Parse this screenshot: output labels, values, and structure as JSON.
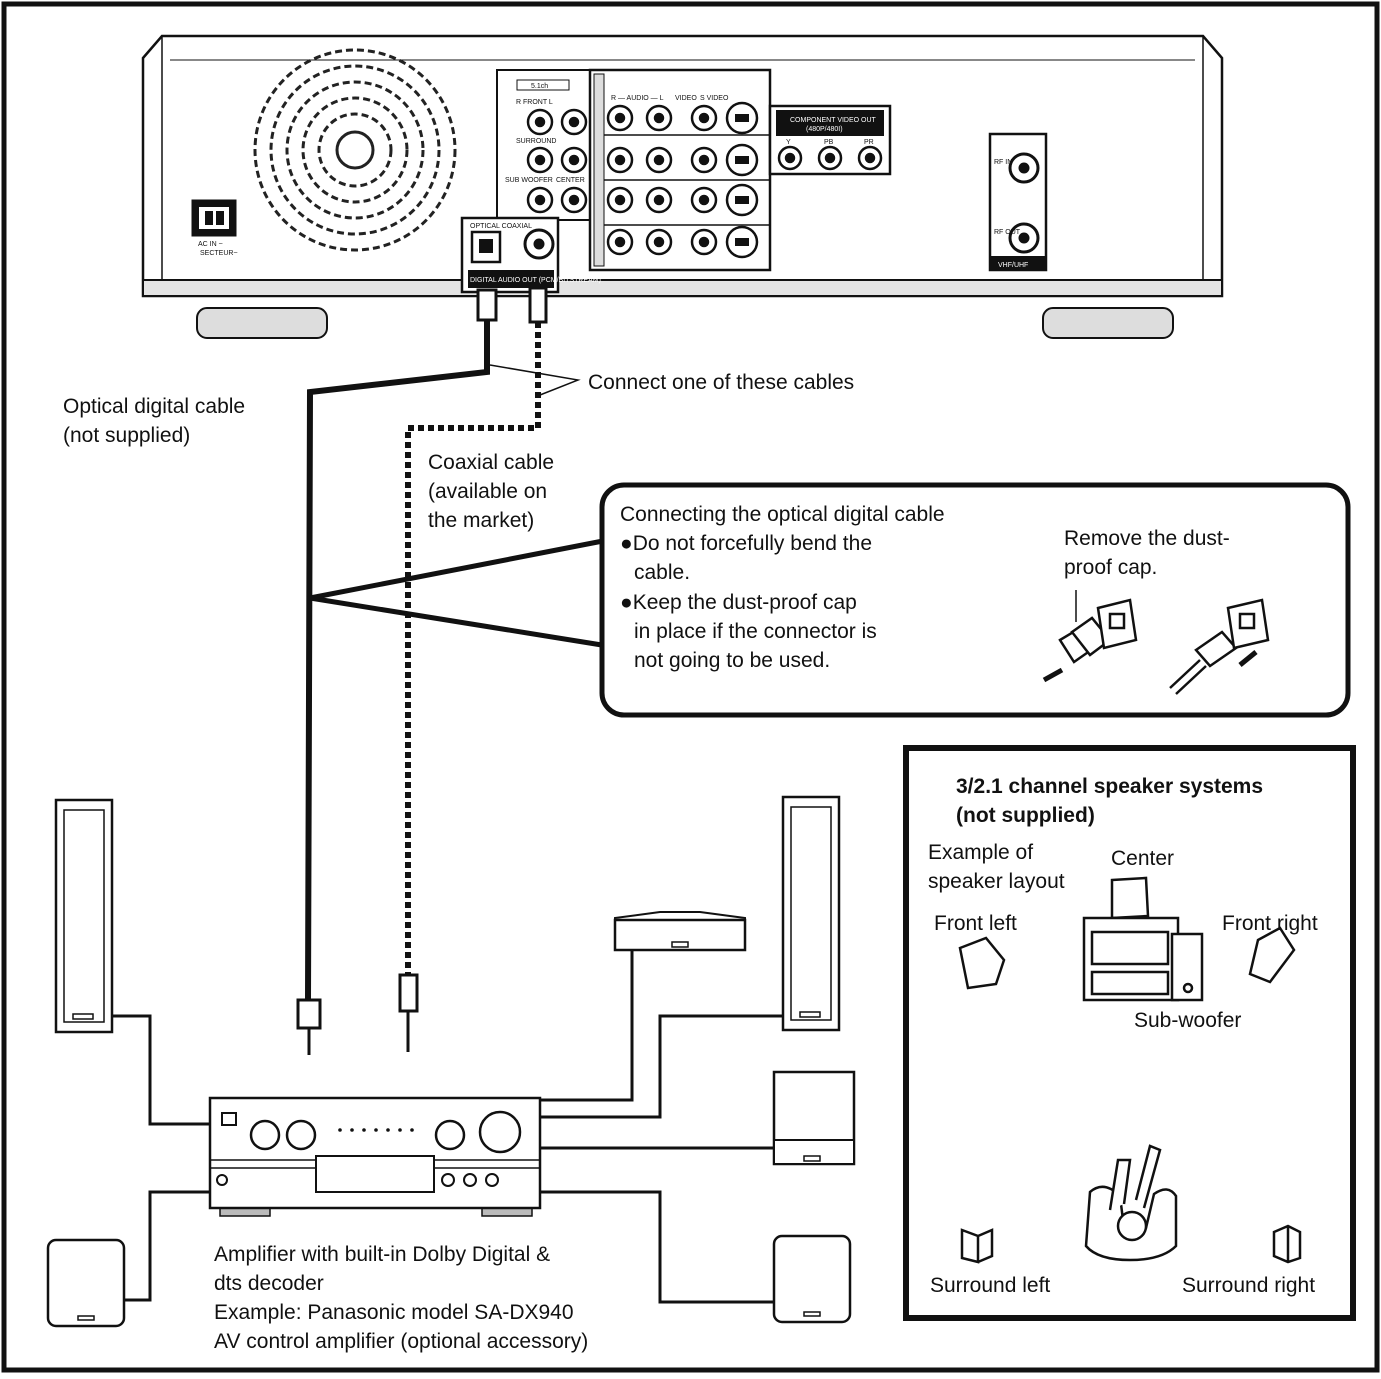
{
  "recorder": {
    "ac_in": "AC IN ~",
    "secteur": "SECTEUR~",
    "panel_51ch": "5.1ch",
    "front_rl": "R FRONT L",
    "surround": "SURROUND",
    "sub_woofer": "SUB WOOFER",
    "center": "CENTER",
    "optical_coaxial": "OPTICAL COAXIAL",
    "digital_audio_out": "DIGITAL AUDIO OUT (PCM/BITSTREAM)",
    "audio_row": "R — AUDIO — L",
    "video": "VIDEO",
    "s_video": "S VIDEO",
    "component_video_out": "COMPONENT VIDEO OUT",
    "component_sub": "(480P/480I)",
    "comp_y": "Y",
    "comp_pb": "PB",
    "comp_pr": "PR",
    "rf_in": "RF IN",
    "rf_out": "RF OUT",
    "vhf_uhf": "VHF/UHF"
  },
  "labels": {
    "connect_one": "Connect one of these cables",
    "optical_cable": [
      "Optical digital cable",
      "(not supplied)"
    ],
    "coaxial_cable": [
      "Coaxial cable",
      "(available on",
      "the market)"
    ],
    "amplifier": [
      "Amplifier with built-in Dolby Digital &",
      "dts decoder",
      "Example: Panasonic model SA-DX940",
      "AV control amplifier (optional accessory)"
    ]
  },
  "callout": {
    "title": "Connecting the optical digital cable",
    "bullets": [
      [
        "Do not forcefully bend the",
        "cable."
      ],
      [
        "Keep the dust-proof cap",
        "in place if the connector is",
        "not going to be used."
      ]
    ],
    "remove_cap": [
      "Remove the dust-",
      "proof cap."
    ]
  },
  "speakers": {
    "title": [
      "3/2.1 channel speaker systems",
      "(not supplied)"
    ],
    "example": [
      "Example of",
      "speaker layout"
    ],
    "center": "Center",
    "front_left": "Front left",
    "front_right": "Front right",
    "sub_woofer": "Sub-woofer",
    "surround_left": "Surround left",
    "surround_right": "Surround right"
  }
}
